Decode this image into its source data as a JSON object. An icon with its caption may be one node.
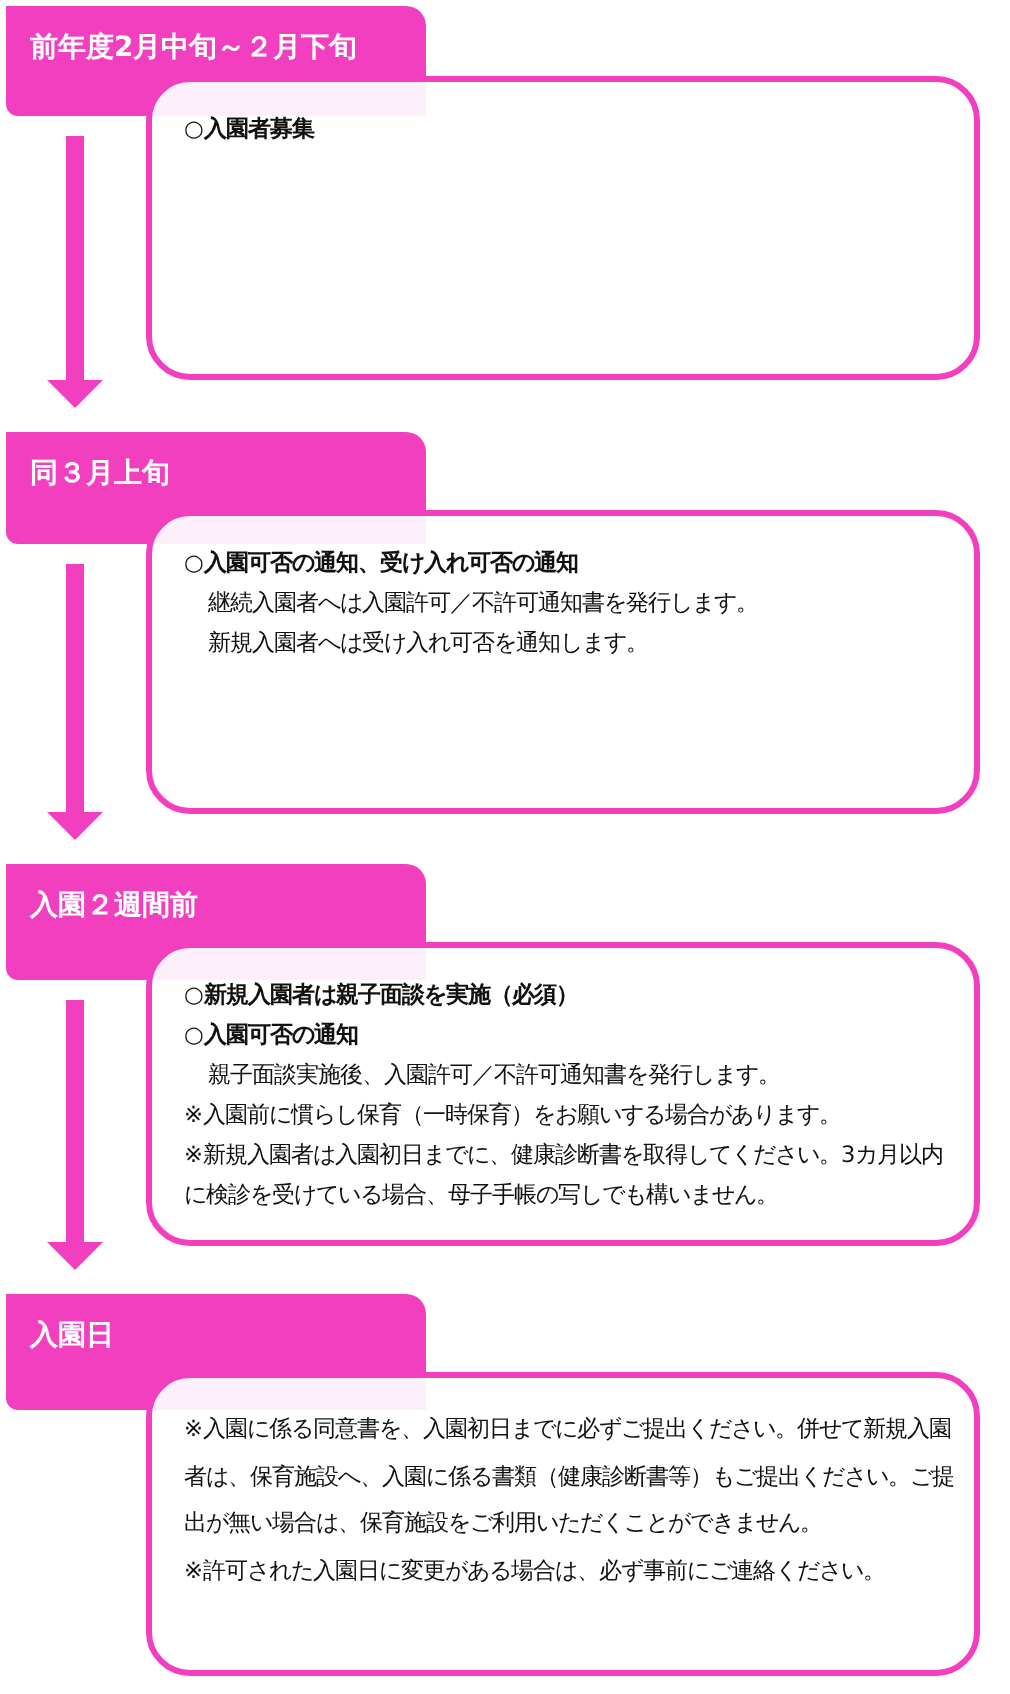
{
  "diagram": {
    "nodes": [
      {
        "text": [
          "前年度2月中旬～２月下旬"
        ]
      },
      {
        "text": [
          "○入園者募集"
        ]
      },
      {
        "text": [
          "同３月上旬"
        ]
      },
      {
        "text": [
          "○入園可否の通知、受け入れ可否の通知",
          "継続入園者へは入園許可／不許可通知書を発行します。",
          "新規入園者へは受け入れ可否を通知します。"
        ]
      },
      {
        "text": [
          "入園２週間前"
        ]
      },
      {
        "text": [
          "○新規入園者は親子面談を実施（必須）",
          "○入園可否の通知",
          "親子面談実施後、入園許可／不許可通知書を発行します。",
          "※入園前に慣らし保育（一時保育）をお願いする場合があります。",
          "※新規入園者は入園初日までに、健康診断書を取得してください。3カ月以内に検診を受けている場合、母子手帳の写しでも構いません。"
        ]
      },
      {
        "text": [
          "入園日"
        ]
      },
      {
        "text": [
          "※入園に係る同意書を、入園初日までに必ずご提出ください。併せて新規入園者は、保育施設へ、入園に係る書類（健康診断書等）もご提出ください。ご提出が無い場合は、保育施設をご利用いただくことができません。",
          "※許可された入園日に変更がある場合は、必ず事前にご連絡ください。"
        ]
      }
    ],
    "edges": [
      {
        "from": 0,
        "to": 2,
        "arrow": "to"
      },
      {
        "from": 2,
        "to": 4,
        "arrow": "to"
      },
      {
        "from": 4,
        "to": 6,
        "arrow": "to"
      }
    ]
  }
}
